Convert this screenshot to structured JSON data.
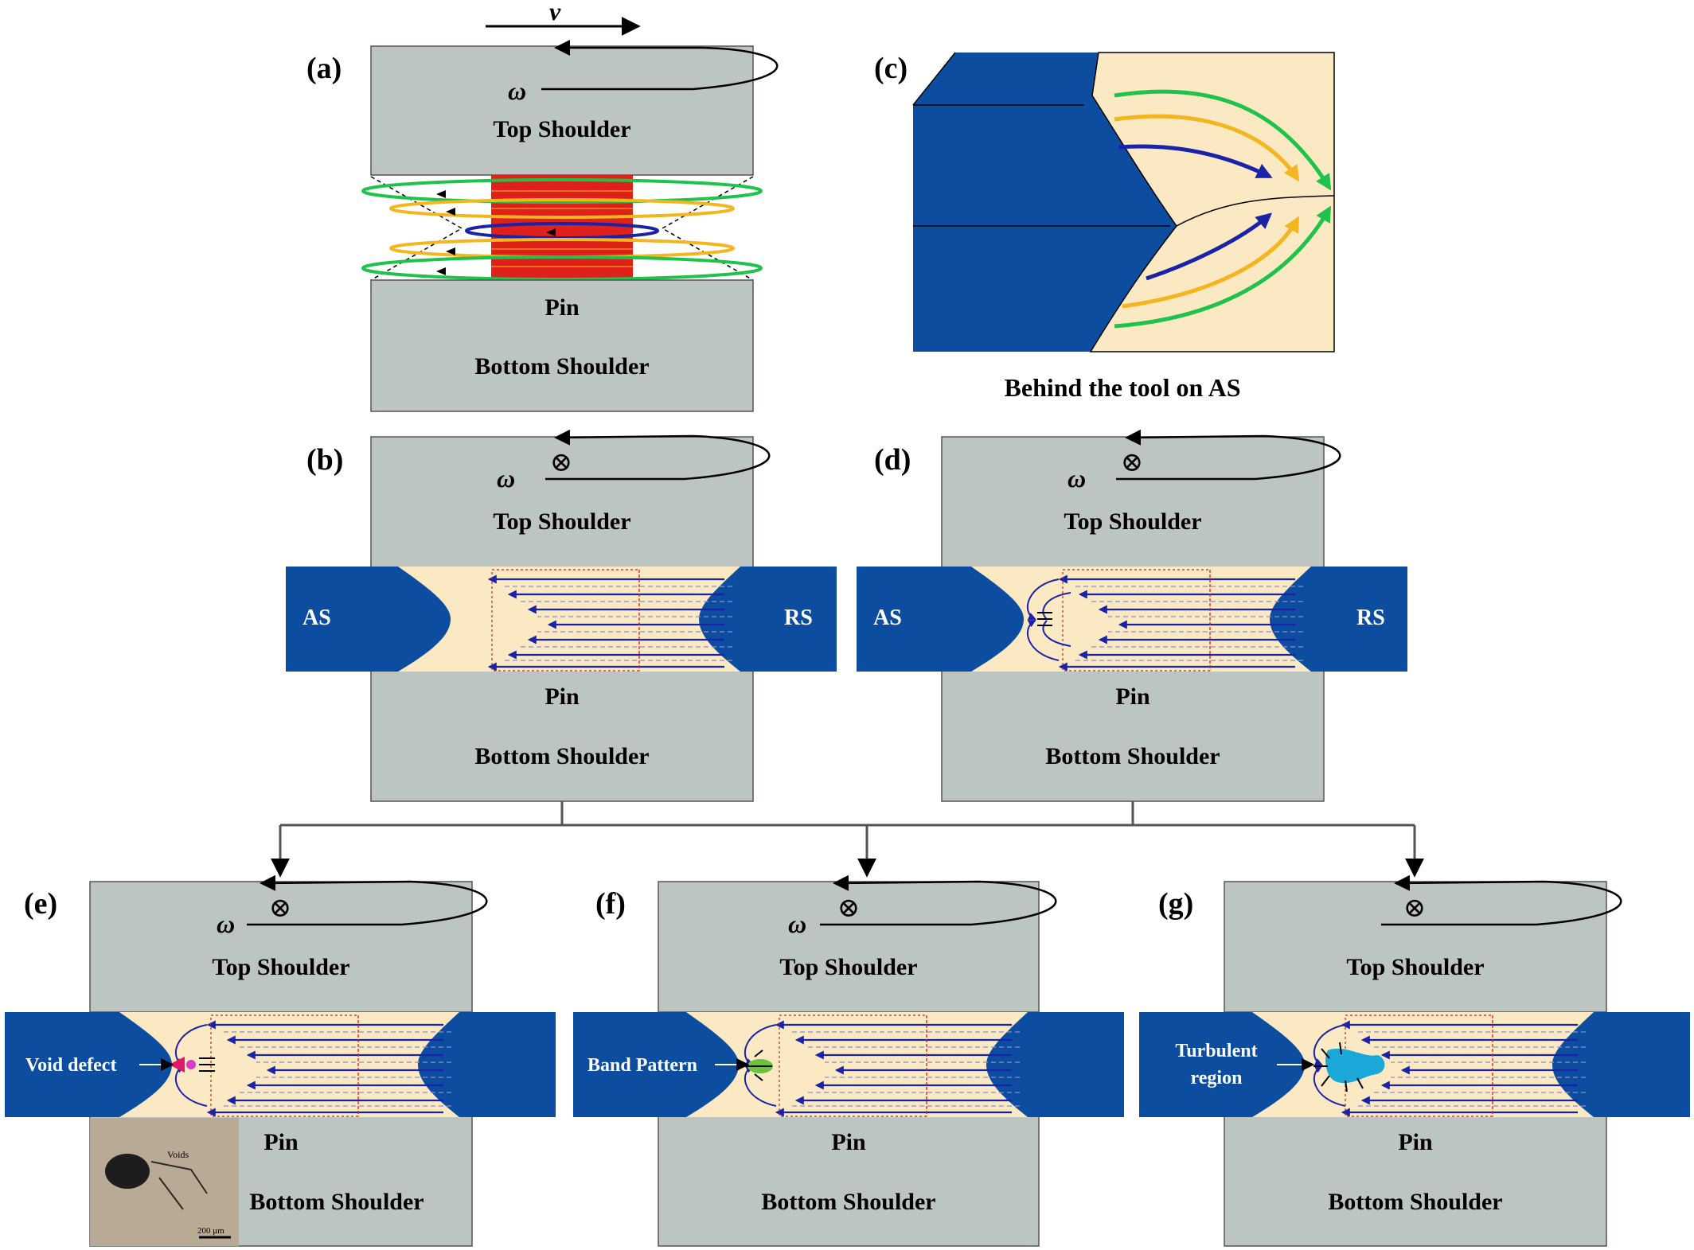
{
  "labels": {
    "v": "v",
    "omega": "ω",
    "top_shoulder": "Top Shoulder",
    "pin": "Pin",
    "bottom_shoulder": "Bottom Shoulder",
    "as": "AS",
    "rs": "RS",
    "into_page": "⊗",
    "behind_tool": "Behind the tool on AS",
    "void_defect": "Void defect",
    "band_pattern": "Band Pattern",
    "turbulent_line1": "Turbulent",
    "turbulent_line2": "region",
    "micro_voids": "Voids",
    "micro_scale": "200 μm"
  },
  "panels": {
    "a": "(a)",
    "b": "(b)",
    "c": "(c)",
    "d": "(d)",
    "e": "(e)",
    "f": "(f)",
    "g": "(g)"
  },
  "colors": {
    "tool_gray": "#bcc5c2",
    "plate_blue": "#0d4da0",
    "stir_cream": "#fbe9c4",
    "flow_blue": "#1a22a8",
    "flow_orange": "#f4b51f",
    "flow_green": "#1fc24a",
    "pin_red": "#e0201a",
    "void_magenta": "#d63cc8",
    "band_green": "#6cc23a",
    "turbulent_cyan": "#1aa8d8"
  }
}
